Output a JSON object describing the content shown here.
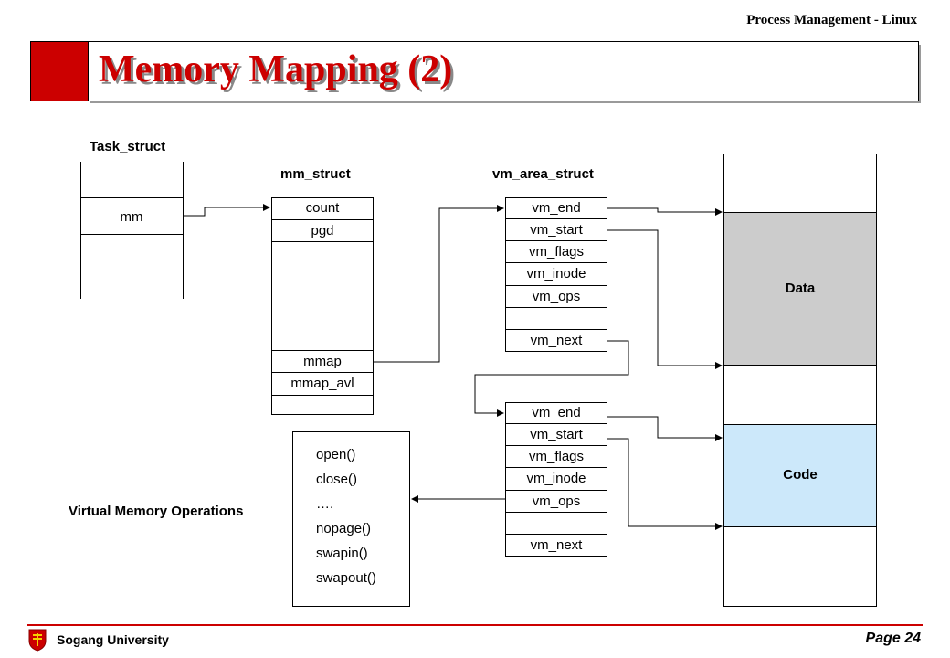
{
  "header": {
    "section": "Process Management - Linux",
    "title": "Memory Mapping (2)"
  },
  "task_struct": {
    "label": "Task_struct",
    "field": "mm"
  },
  "mm_struct": {
    "label": "mm_struct",
    "fields": [
      "count",
      "pgd",
      "mmap",
      "mmap_avl"
    ]
  },
  "vm_area_struct": {
    "label": "vm_area_struct",
    "fields": [
      "vm_end",
      "vm_start",
      "vm_flags",
      "vm_inode",
      "vm_ops",
      "",
      "vm_next"
    ]
  },
  "memory": {
    "data": "Data",
    "code": "Code"
  },
  "ops": {
    "label": "Virtual Memory Operations",
    "items": [
      "open()",
      "close()",
      "….",
      "nopage()",
      "swapin()",
      "swapout()"
    ]
  },
  "footer": {
    "university": "Sogang University",
    "page": "Page 24"
  },
  "colors": {
    "accent": "#cc0000",
    "data_fill": "#cccccc",
    "code_fill": "#cce8fa"
  }
}
